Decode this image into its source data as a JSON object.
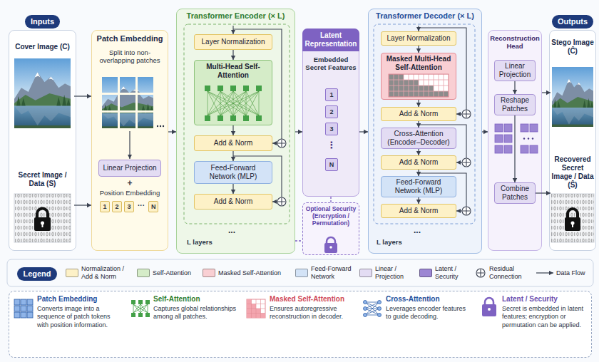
{
  "diagram": {
    "nodes": [
      {
        "text": [
          "Inputs"
        ]
      },
      {
        "text": [
          "Cover Image (C)"
        ],
        "in": 0
      },
      {
        "text": [
          "Secret Image / Data (S)"
        ],
        "in": 0
      },
      {
        "text": [
          "Patch Embedding",
          "Split into non-overlapping patches",
          "+",
          "Position Embedding",
          "···"
        ]
      },
      {
        "text": [
          "Linear Projection"
        ],
        "in": 3
      },
      {
        "text": [
          "1"
        ],
        "in": 3
      },
      {
        "text": [
          "2"
        ],
        "in": 3
      },
      {
        "text": [
          "3"
        ],
        "in": 3
      },
      {
        "text": [
          "N"
        ],
        "in": 3
      },
      {
        "text": [
          "Transformer Encoder (× L)",
          "...",
          "L layers"
        ]
      },
      {
        "text": [
          "Layer Normalization"
        ],
        "in": 9
      },
      {
        "text": [
          "Multi-Head Self-Attention"
        ],
        "in": 9
      },
      {
        "text": [
          "Add & Norm"
        ],
        "in": 9
      },
      {
        "text": [
          "Feed-Forward Network (MLP)"
        ],
        "in": 9
      },
      {
        "text": [
          "Add & Norm"
        ],
        "in": 9
      },
      {
        "text": [
          "Latent Representation",
          "Embedded Secret Features",
          "⋮"
        ]
      },
      {
        "text": [
          "1"
        ],
        "in": 15
      },
      {
        "text": [
          "2"
        ],
        "in": 15
      },
      {
        "text": [
          "3"
        ],
        "in": 15
      },
      {
        "text": [
          "N"
        ],
        "in": 15
      },
      {
        "text": [
          "Optional Security (Encryption / Permutation)"
        ]
      },
      {
        "text": [
          "Transformer Decoder (× L)",
          "...",
          "L layers"
        ]
      },
      {
        "text": [
          "Layer Normalization"
        ],
        "in": 21
      },
      {
        "text": [
          "Masked Multi-Head Self-Attention"
        ],
        "in": 21
      },
      {
        "text": [
          "Add & Norm"
        ],
        "in": 21
      },
      {
        "text": [
          "Cross-Attention (Encoder–Decoder)"
        ],
        "in": 21
      },
      {
        "text": [
          "Add & Norm"
        ],
        "in": 21
      },
      {
        "text": [
          "Feed-Forward Network (MLP)"
        ],
        "in": 21
      },
      {
        "text": [
          "Add & Norm"
        ],
        "in": 21
      },
      {
        "text": [
          "Reconstruction Head"
        ]
      },
      {
        "text": [
          "Linear Projection"
        ],
        "in": 29
      },
      {
        "text": [
          "Reshape Patches"
        ],
        "in": 29
      },
      {
        "text": [
          "Combine Patches"
        ],
        "in": 29
      },
      {
        "text": [
          "Outputs"
        ]
      },
      {
        "text": [
          "Stego Image (Ĉ)"
        ],
        "in": 33
      },
      {
        "text": [
          "Recovered Secret Image / Data (Ŝ)"
        ],
        "in": 33
      },
      {
        "text": [
          "Patch Embedding",
          "Converts image into a sequence of patch tokens with position information.",
          "Self-Attention",
          "Captures global relationships among all patches.",
          "Masked Self-Attention",
          "Ensures autoregressive reconstruction in decoder.",
          "Cross-Attention",
          "Leverages encoder features to guide decoding.",
          "Latent / Security",
          "Secret is embedded in latent features; encryption or permutation can be applied."
        ]
      }
    ],
    "edges": [
      {
        "from": 1,
        "to": 3,
        "arrow": "to"
      },
      {
        "from": 2,
        "to": 3,
        "arrow": "to"
      },
      {
        "from": 3,
        "to": 9,
        "arrow": "to"
      },
      {
        "from": 10,
        "to": 11,
        "arrow": "to"
      },
      {
        "from": 11,
        "to": 12,
        "arrow": "to"
      },
      {
        "from": 12,
        "to": 13,
        "arrow": "to"
      },
      {
        "from": 13,
        "to": 14,
        "arrow": "to"
      },
      {
        "from": 9,
        "to": 15,
        "arrow": "to"
      },
      {
        "from": 9,
        "to": 20,
        "arrow": "none"
      },
      {
        "from": 20,
        "to": 15,
        "arrow": "none"
      },
      {
        "from": 15,
        "to": 21,
        "arrow": "to"
      },
      {
        "from": 22,
        "to": 23,
        "arrow": "to"
      },
      {
        "from": 23,
        "to": 24,
        "arrow": "to"
      },
      {
        "from": 24,
        "to": 25,
        "arrow": "to"
      },
      {
        "from": 25,
        "to": 26,
        "arrow": "to"
      },
      {
        "from": 26,
        "to": 27,
        "arrow": "to"
      },
      {
        "from": 27,
        "to": 28,
        "arrow": "to"
      },
      {
        "from": 21,
        "to": 29,
        "arrow": "to"
      },
      {
        "from": 30,
        "to": 31,
        "arrow": "to"
      },
      {
        "from": 31,
        "to": 32,
        "arrow": "to"
      },
      {
        "from": 29,
        "to": 34,
        "arrow": "to"
      },
      {
        "from": 32,
        "to": 35,
        "arrow": "to"
      }
    ],
    "labels": [
      "Legend"
    ],
    "legend": [
      {
        "text": "Normalization / Add & Norm",
        "color": "#fdf1c7"
      },
      {
        "text": "Self-Attention",
        "color": "#d5ecc8"
      },
      {
        "text": "Masked Self-Attention",
        "color": "#f9cfd3"
      },
      {
        "text": "Feed-Forward Network",
        "color": "#d3e3f7"
      },
      {
        "text": "Linear / Projection",
        "color": "#e3dcf3"
      },
      {
        "text": "Latent / Security",
        "color": "#9c86d3"
      },
      {
        "text": "Residual Connection"
      },
      {
        "text": "Data Flow"
      }
    ]
  }
}
